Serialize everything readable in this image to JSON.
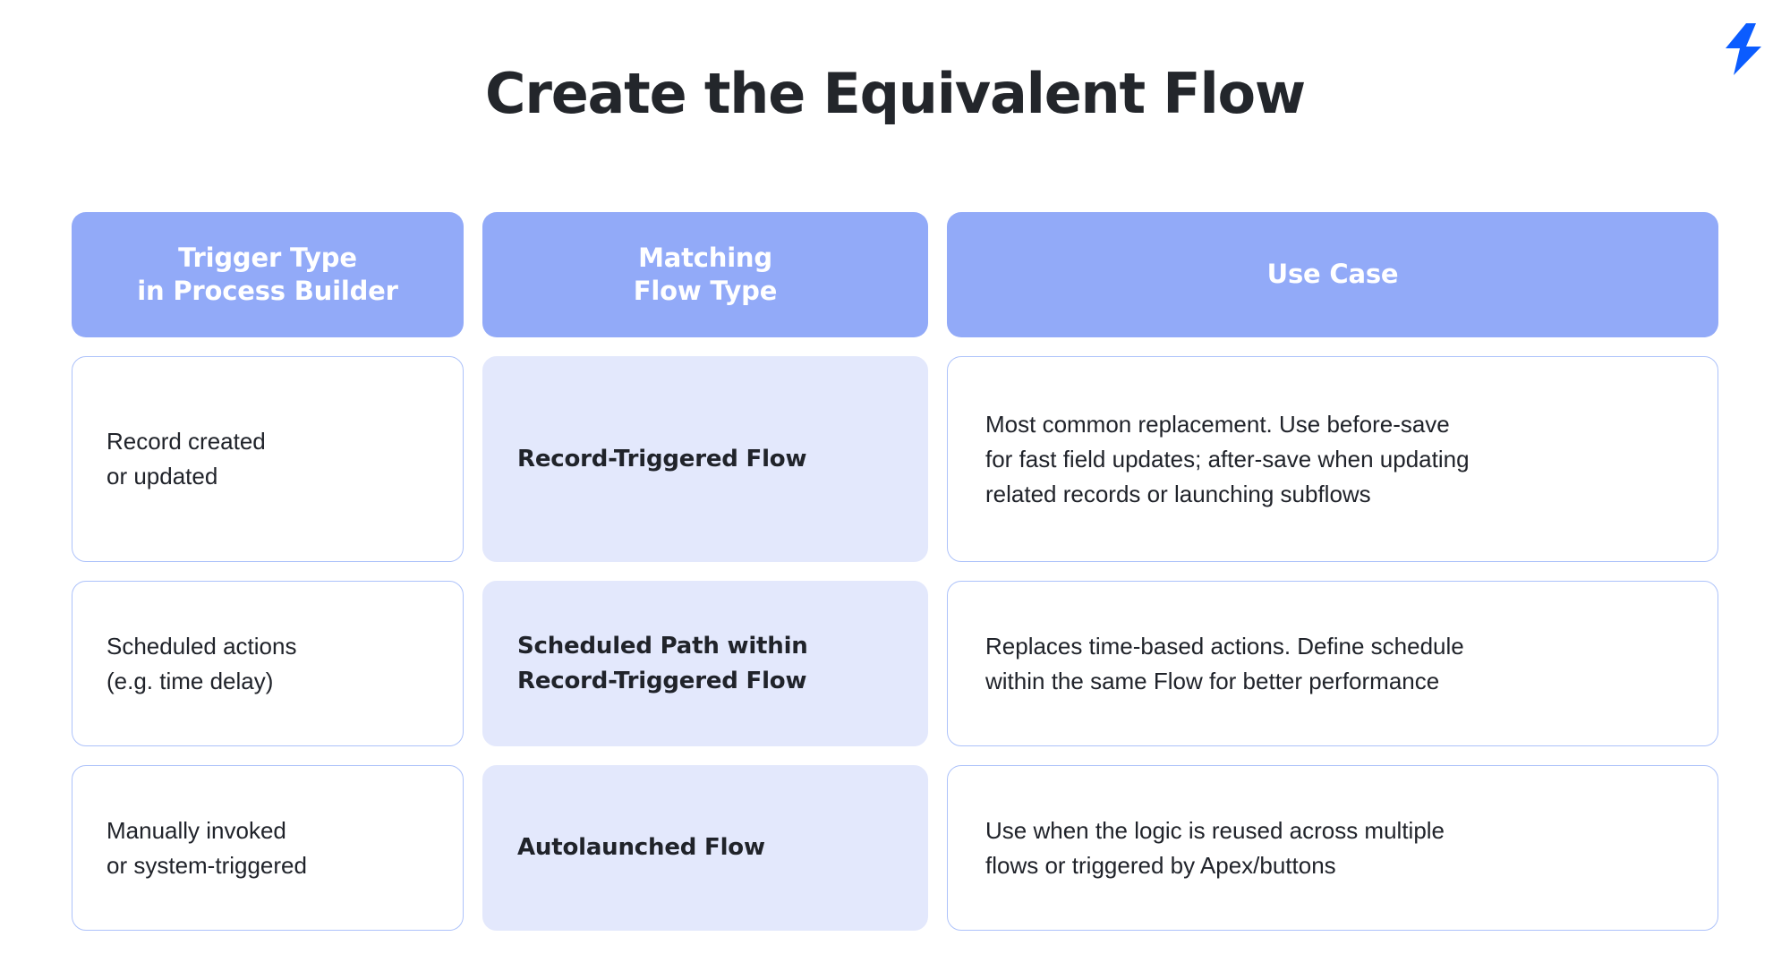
{
  "brand": {
    "logo_icon": "lightning-bolt-icon",
    "logo_color": "#0b5cff"
  },
  "header": {
    "title": "Create the Equivalent Flow"
  },
  "colors": {
    "header_cell_bg": "#92aaf8",
    "header_cell_text": "#ffffff",
    "outline_cell_border": "#adc2fa",
    "tinted_cell_bg": "#e3e8fc",
    "body_text": "#20232a",
    "title_text": "#23262b"
  },
  "table": {
    "columns": [
      {
        "id": "trigger-type",
        "header_lines": [
          "Trigger Type",
          "in Process Builder"
        ]
      },
      {
        "id": "matching-flow-type",
        "header_lines": [
          "Matching",
          "Flow Type"
        ]
      },
      {
        "id": "use-case",
        "header_lines": [
          "Use Case"
        ]
      }
    ],
    "rows": [
      {
        "trigger_lines": [
          "Record created",
          "or updated"
        ],
        "flow_type_lines": [
          "Record-Triggered Flow"
        ],
        "use_case_lines": [
          "Most common replacement. Use before-save",
          "for fast field updates; after-save when updating",
          "related records or launching subflows"
        ]
      },
      {
        "trigger_lines": [
          "Scheduled actions",
          "(e.g. time delay)"
        ],
        "flow_type_lines": [
          "Scheduled Path within",
          "Record-Triggered Flow"
        ],
        "use_case_lines": [
          "Replaces time-based actions. Define schedule",
          "within the same Flow for better performance"
        ]
      },
      {
        "trigger_lines": [
          "Manually invoked",
          "or system-triggered"
        ],
        "flow_type_lines": [
          "Autolaunched Flow"
        ],
        "use_case_lines": [
          "Use when the logic is reused across multiple",
          "flows or triggered by Apex/buttons"
        ]
      }
    ]
  }
}
